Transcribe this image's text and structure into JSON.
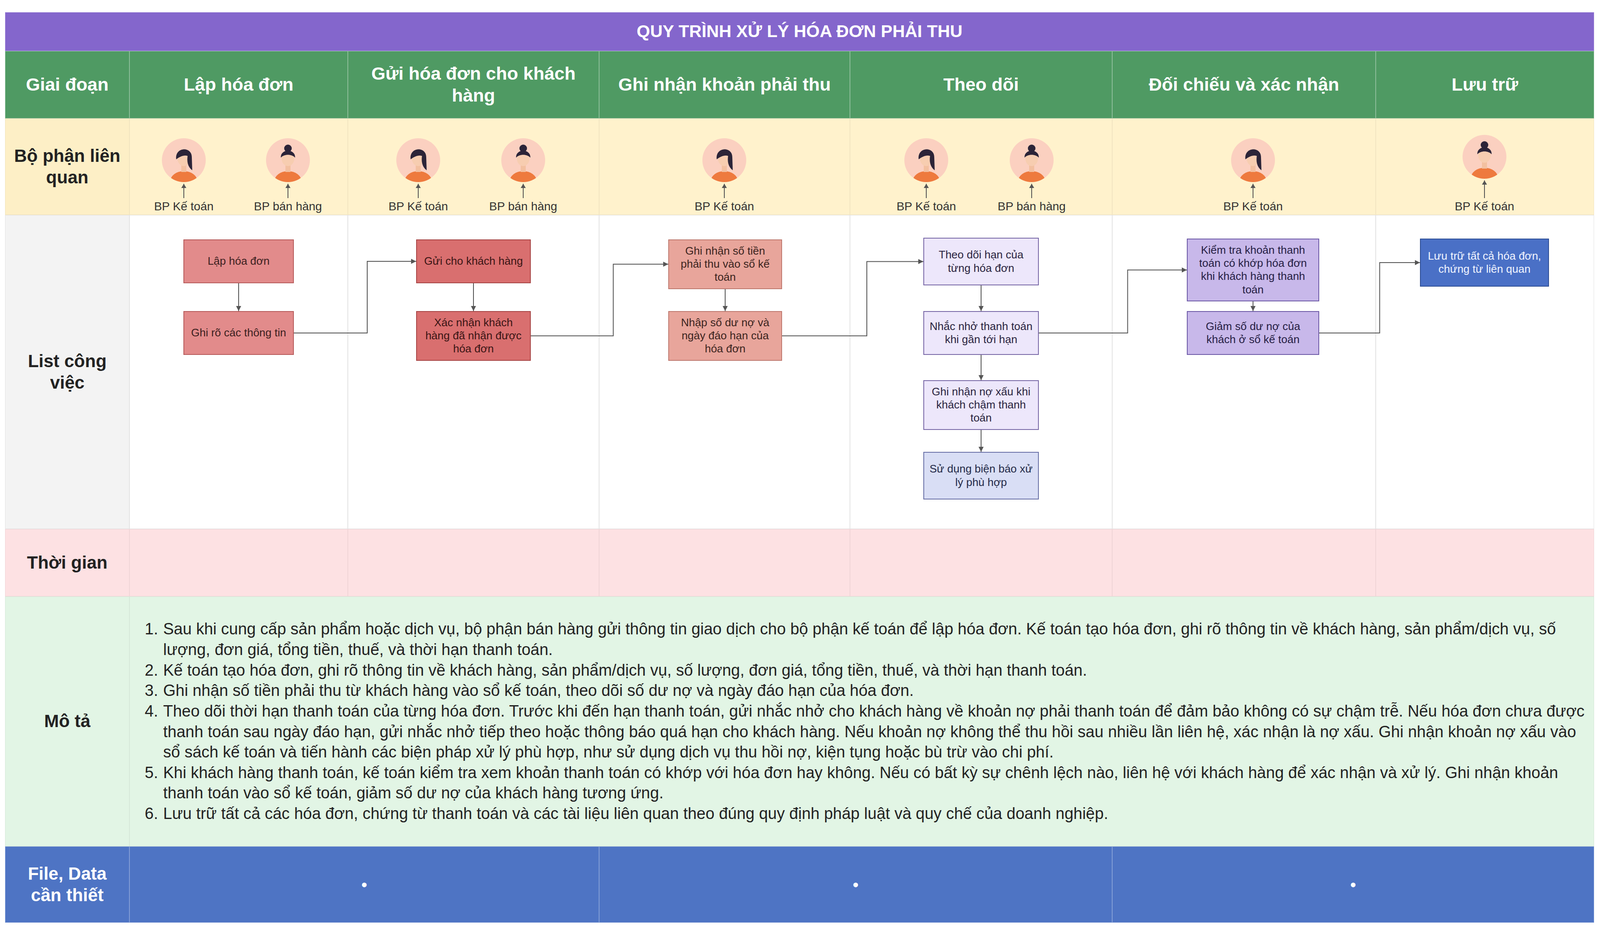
{
  "diagram": {
    "title": "QUY TRÌNH XỬ LÝ HÓA ĐƠN PHẢI THU",
    "nodes": [
      {
        "text": [
          "Lập hóa đơn"
        ]
      },
      {
        "text": [
          "Ghi rõ các thông tin"
        ]
      },
      {
        "text": [
          "Gửi cho khách hàng"
        ]
      },
      {
        "text": [
          "Xác nhận khách hàng đã nhận được hóa đơn"
        ]
      },
      {
        "text": [
          "Ghi nhận số tiền phải thu vào sổ kế toán"
        ]
      },
      {
        "text": [
          "Nhập số dư nợ và ngày đáo hạn của hóa đơn"
        ]
      },
      {
        "text": [
          "Theo dõi hạn của từng hóa đơn"
        ]
      },
      {
        "text": [
          "Nhắc nhở thanh toán khi gần tới hạn"
        ]
      },
      {
        "text": [
          "Ghi nhận nợ xấu khi khách chậm thanh toán"
        ]
      },
      {
        "text": [
          "Sử dụng biện báo xử lý phù hợp"
        ]
      },
      {
        "text": [
          "Kiểm tra khoản thanh toán có khớp hóa đơn khi khách hàng thanh toán"
        ]
      },
      {
        "text": [
          "Giảm số dư nợ của khách ở sổ kế toán"
        ]
      },
      {
        "text": [
          "Lưu trữ tất cả hóa đơn, chứng từ liên quan"
        ]
      }
    ],
    "edges": [
      {
        "from": 0,
        "to": 1,
        "arrow": "to"
      },
      {
        "from": 1,
        "to": 2,
        "arrow": "to"
      },
      {
        "from": 2,
        "to": 3,
        "arrow": "to"
      },
      {
        "from": 3,
        "to": 4,
        "arrow": "to"
      },
      {
        "from": 4,
        "to": 5,
        "arrow": "to"
      },
      {
        "from": 5,
        "to": 6,
        "arrow": "to"
      },
      {
        "from": 6,
        "to": 7,
        "arrow": "to"
      },
      {
        "from": 7,
        "to": 8,
        "arrow": "to"
      },
      {
        "from": 8,
        "to": 9,
        "arrow": "to"
      },
      {
        "from": 7,
        "to": 10,
        "arrow": "to"
      },
      {
        "from": 10,
        "to": 11,
        "arrow": "to"
      },
      {
        "from": 11,
        "to": 12,
        "arrow": "to"
      }
    ],
    "labels": [
      "Giai đoạn",
      "Lập hóa đơn",
      "Gửi hóa đơn cho khách hàng",
      "Ghi nhận khoản phải thu",
      "Theo dõi",
      "Đối chiếu và xác nhận",
      "Lưu trữ",
      "Bộ phận liên quan",
      "BP Kế toán",
      "BP bán hàng",
      "BP Kế toán",
      "BP bán hàng",
      "BP Kế toán",
      "BP Kế toán",
      "BP bán hàng",
      "BP Kế toán",
      "BP Kế toán",
      "List công việc",
      "Thời gian",
      "Mô tả",
      "1.",
      "Sau khi cung cấp sản phẩm hoặc dịch vụ, bộ phận bán hàng gửi thông tin giao dịch cho bộ phận kế toán để lập hóa đơn. Kế toán tạo hóa đơn, ghi rõ thông tin về khách hàng, sản phẩm/dịch vụ, số lượng, đơn giá, tổng tiền, thuế, và thời hạn thanh toán.",
      "2.",
      "Kế toán tạo hóa đơn, ghi rõ thông tin về khách hàng, sản phẩm/dịch vụ, số lượng, đơn giá, tổng tiền, thuế, và thời hạn thanh toán.",
      "3.",
      "Ghi nhận số tiền phải thu từ khách hàng vào sổ kế toán, theo dõi số dư nợ và ngày đáo hạn của hóa đơn.",
      "4.",
      "Theo dõi thời hạn thanh toán của từng hóa đơn. Trước khi đến hạn thanh toán, gửi nhắc nhở cho khách hàng về khoản nợ phải thanh toán để đảm bảo không có sự chậm trễ. Nếu hóa đơn chưa được thanh toán sau ngày đáo hạn, gửi nhắc nhở tiếp theo hoặc thông báo quá hạn cho khách hàng. Nếu khoản nợ không thể thu hồi sau nhiều lần liên hệ, xác nhận là nợ xấu. Ghi nhận khoản nợ xấu vào sổ sách kế toán và tiến hành các biện pháp xử lý phù hợp, như sử dụng dịch vụ thu hồi nợ, kiện tụng hoặc bù trừ vào chi phí.",
      "5.",
      "Khi khách hàng thanh toán, kế toán kiểm tra xem khoản thanh toán có khớp với hóa đơn hay không. Nếu có bất kỳ sự chênh lệch nào, liên hệ với khách hàng để xác nhận và xử lý. Ghi nhận khoản thanh toán vào sổ kế toán, giảm số dư nợ của khách hàng tương ứng.",
      "6.",
      "Lưu trữ tất cả các hóa đơn, chứng từ thanh toán và các tài liệu liên quan theo đúng quy định pháp luật và quy chế của doanh nghiệp.",
      "File, Data cần thiết",
      "•",
      "•",
      "•"
    ]
  }
}
